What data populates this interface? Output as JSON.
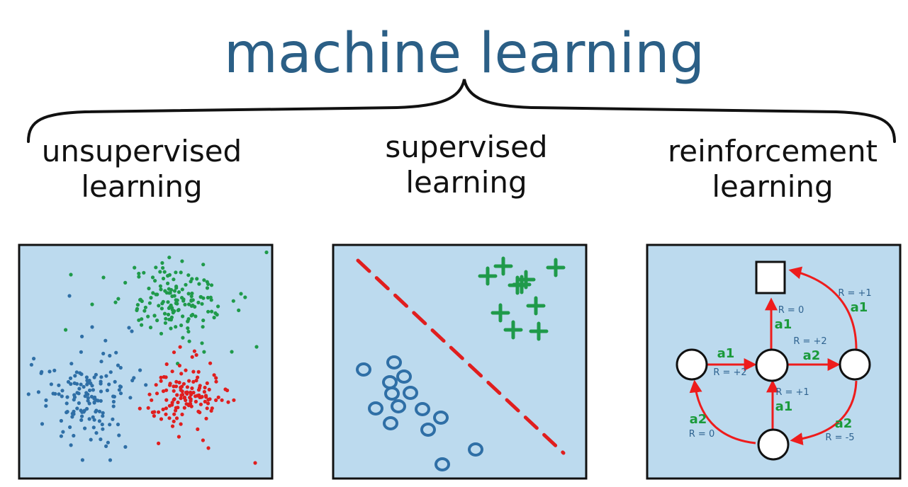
{
  "title": "machine learning",
  "categories": [
    {
      "line1": "unsupervised",
      "line2": "learning"
    },
    {
      "line1": "supervised",
      "line2": "learning"
    },
    {
      "line1": "reinforcement",
      "line2": "learning"
    }
  ],
  "colors": {
    "title": "#2b5f86",
    "panel_bg": "#bcdaee",
    "cluster_blue": "#2f6fa6",
    "cluster_green": "#1f9a4a",
    "cluster_red": "#e01e1e",
    "arrow_red": "#ee1c1c",
    "action_green": "#1a9a3a"
  },
  "rl": {
    "labels": [
      {
        "id": "r-top-right",
        "text": "R = +1"
      },
      {
        "id": "a-top-right",
        "text": "a1"
      },
      {
        "id": "r-center-up",
        "text": "R = 0"
      },
      {
        "id": "a-center-up",
        "text": "a1"
      },
      {
        "id": "r-center-right",
        "text": "R = +2"
      },
      {
        "id": "a-center-right",
        "text": "a2"
      },
      {
        "id": "a-left",
        "text": "a1"
      },
      {
        "id": "r-left",
        "text": "R = +2"
      },
      {
        "id": "r-bottom-up",
        "text": "R = +1"
      },
      {
        "id": "a-bottom-up",
        "text": "a1"
      },
      {
        "id": "a-bottom-left",
        "text": "a2"
      },
      {
        "id": "r-bottom-left",
        "text": "R = 0"
      },
      {
        "id": "a-bottom-right",
        "text": "a2"
      },
      {
        "id": "r-bottom-right",
        "text": "R = -5"
      }
    ]
  }
}
